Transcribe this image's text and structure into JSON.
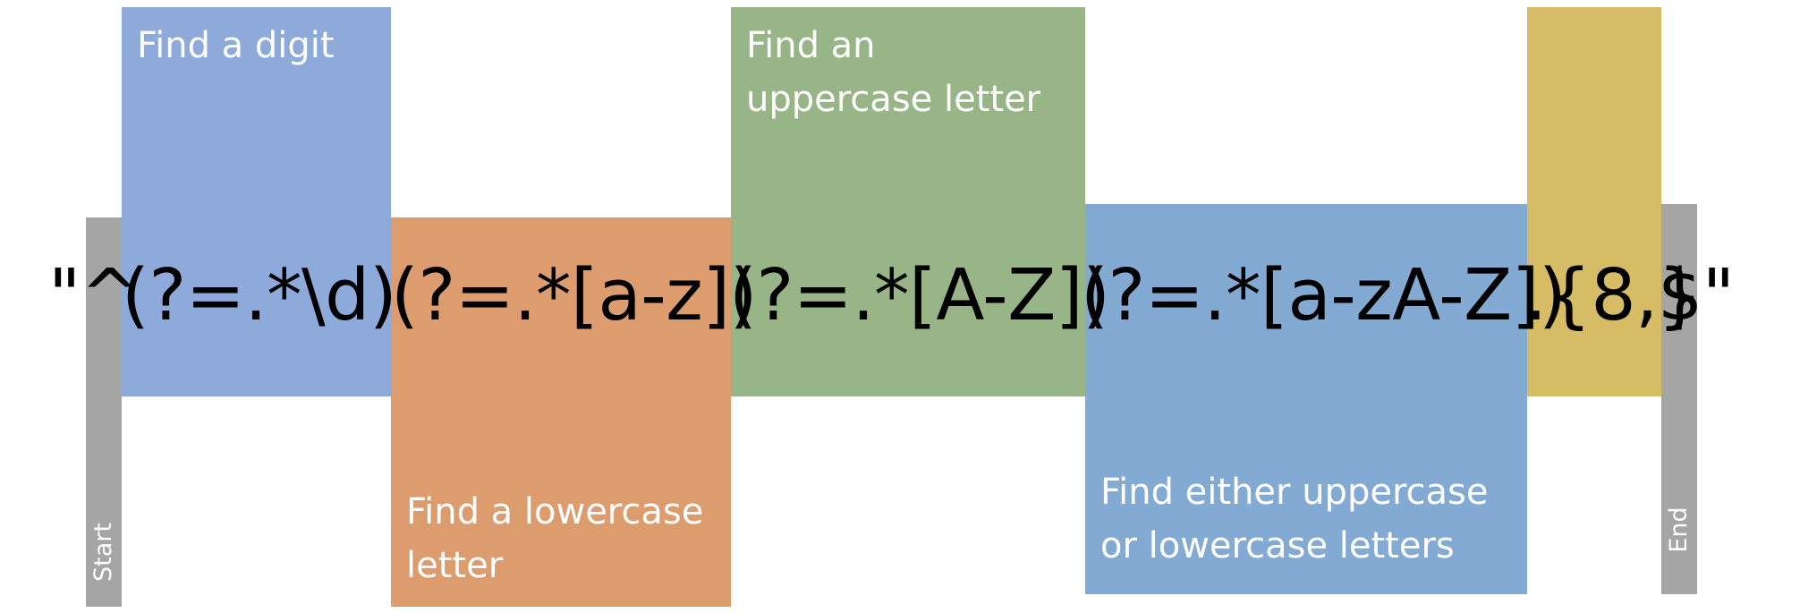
{
  "colors": {
    "digit": "#8eaadb",
    "lowercase": "#dc9c6e",
    "uppercase": "#97b586",
    "either": "#82aad3",
    "length": "#d6bc64",
    "anchor": "#a5a5a5",
    "label_text": "#ffffff",
    "regex_text": "#000000"
  },
  "anchors": {
    "start": "Start",
    "end": "End"
  },
  "blocks": {
    "digit": "Find a digit",
    "lowercase": "Find a lowercase\nletter",
    "uppercase": "Find an\nuppercase letter",
    "either": "Find either uppercase\nor lowercase letters"
  },
  "regex": {
    "open_quote": "\"^",
    "digit": "(?=.*\\d)",
    "lowercase": "(?=.*[a-z])",
    "uppercase": "(?=.*[A-Z])",
    "either": "(?=.*[a-zA-Z])",
    "length": ".{8,}",
    "close": "$\""
  }
}
